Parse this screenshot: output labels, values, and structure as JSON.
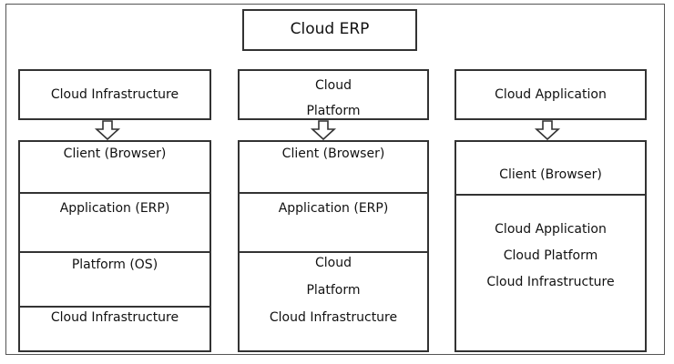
{
  "title": "Cloud ERP",
  "columns": [
    {
      "header": [
        "Cloud Infrastructure"
      ],
      "layers": [
        [
          "Client (Browser)"
        ],
        [
          "Application (ERP)"
        ],
        [
          "Platform (OS)"
        ],
        [
          "Cloud Infrastructure"
        ]
      ]
    },
    {
      "header": [
        "Cloud",
        "Platform"
      ],
      "layers": [
        [
          "Client (Browser)"
        ],
        [
          "Application (ERP)"
        ],
        [
          "Cloud",
          "Platform",
          "Cloud Infrastructure"
        ]
      ]
    },
    {
      "header": [
        "Cloud Application"
      ],
      "layers": [
        [
          "Client (Browser)"
        ],
        [
          "Cloud Application",
          "Cloud Platform",
          "Cloud Infrastructure"
        ]
      ]
    }
  ]
}
